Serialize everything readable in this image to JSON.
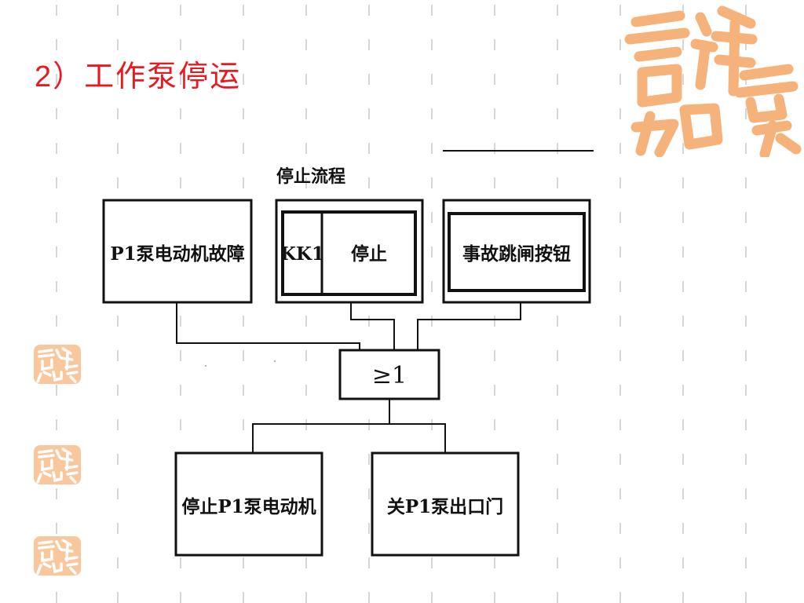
{
  "slide": {
    "title_number": "2",
    "title_text": "）工作泵停运"
  },
  "decoration": {
    "seal_icon": "ji-xiang-ru-yi-seal",
    "seal_text": "吉祥如意",
    "seal_color": "#f5b27a",
    "title_color": "#e8191f"
  },
  "diagram": {
    "heading": "停止流程",
    "input_motor_fault": "P1泵电动机故障",
    "input_kk1_label": "KK1",
    "input_kk1_action": "停止",
    "input_trip_button": "事故跳闸按钮",
    "logic_gate": "≥1",
    "output_stop_motor": "停止P1泵电动机",
    "output_close_valve": "关P1泵出口门"
  }
}
